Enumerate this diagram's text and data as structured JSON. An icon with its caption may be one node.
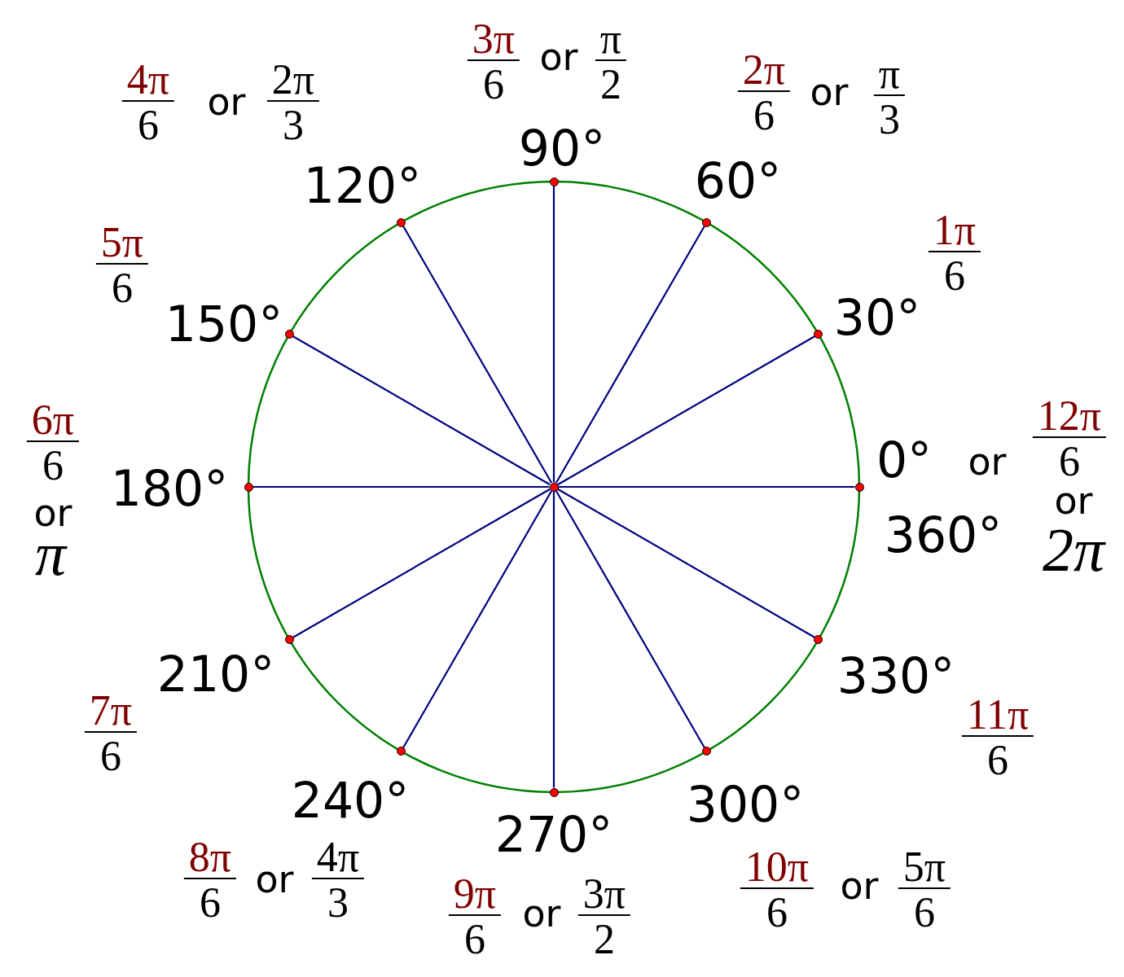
{
  "diagram": {
    "nodes": [
      {
        "text": [],
        "shape": "circle",
        "beside": [
          "0°",
          "or",
          "12π",
          "6",
          "or",
          "360°",
          "2π"
        ]
      },
      {
        "text": [],
        "shape": "circle",
        "beside": [
          "30°",
          "1π",
          "6"
        ]
      },
      {
        "text": [],
        "shape": "circle",
        "beside": [
          "60°",
          "2π",
          "6",
          "or",
          "π",
          "3"
        ]
      },
      {
        "text": [],
        "shape": "circle",
        "beside": [
          "90°",
          "3π",
          "6",
          "or",
          "π",
          "2"
        ]
      },
      {
        "text": [],
        "shape": "circle",
        "beside": [
          "120°",
          "4π",
          "6",
          "or",
          "2π",
          "3"
        ]
      },
      {
        "text": [],
        "shape": "circle",
        "beside": [
          "150°",
          "5π",
          "6"
        ]
      },
      {
        "text": [],
        "shape": "circle",
        "beside": [
          "180°",
          "6π",
          "6",
          "or",
          "π"
        ]
      },
      {
        "text": [],
        "shape": "circle",
        "beside": [
          "210°",
          "7π",
          "6"
        ]
      },
      {
        "text": [],
        "shape": "circle",
        "beside": [
          "240°",
          "8π",
          "6",
          "or",
          "4π",
          "3"
        ]
      },
      {
        "text": [],
        "shape": "circle",
        "beside": [
          "270°",
          "9π",
          "6",
          "or",
          "3π",
          "2"
        ]
      },
      {
        "text": [],
        "shape": "circle",
        "beside": [
          "300°",
          "10π",
          "6",
          "or",
          "5π",
          "6"
        ]
      },
      {
        "text": [],
        "shape": "circle",
        "beside": [
          "330°",
          "11π",
          "6"
        ]
      },
      {
        "text": [],
        "shape": "circle"
      }
    ],
    "edges": [
      {
        "from": 12,
        "to": 0,
        "arrow": "none"
      },
      {
        "from": 12,
        "to": 1,
        "arrow": "none"
      },
      {
        "from": 12,
        "to": 2,
        "arrow": "none"
      },
      {
        "from": 12,
        "to": 3,
        "arrow": "none"
      },
      {
        "from": 12,
        "to": 4,
        "arrow": "none"
      },
      {
        "from": 12,
        "to": 5,
        "arrow": "none"
      },
      {
        "from": 12,
        "to": 6,
        "arrow": "none"
      },
      {
        "from": 12,
        "to": 7,
        "arrow": "none"
      },
      {
        "from": 12,
        "to": 8,
        "arrow": "none"
      },
      {
        "from": 12,
        "to": 9,
        "arrow": "none"
      },
      {
        "from": 12,
        "to": 10,
        "arrow": "none"
      },
      {
        "from": 12,
        "to": 11,
        "arrow": "none"
      }
    ]
  }
}
